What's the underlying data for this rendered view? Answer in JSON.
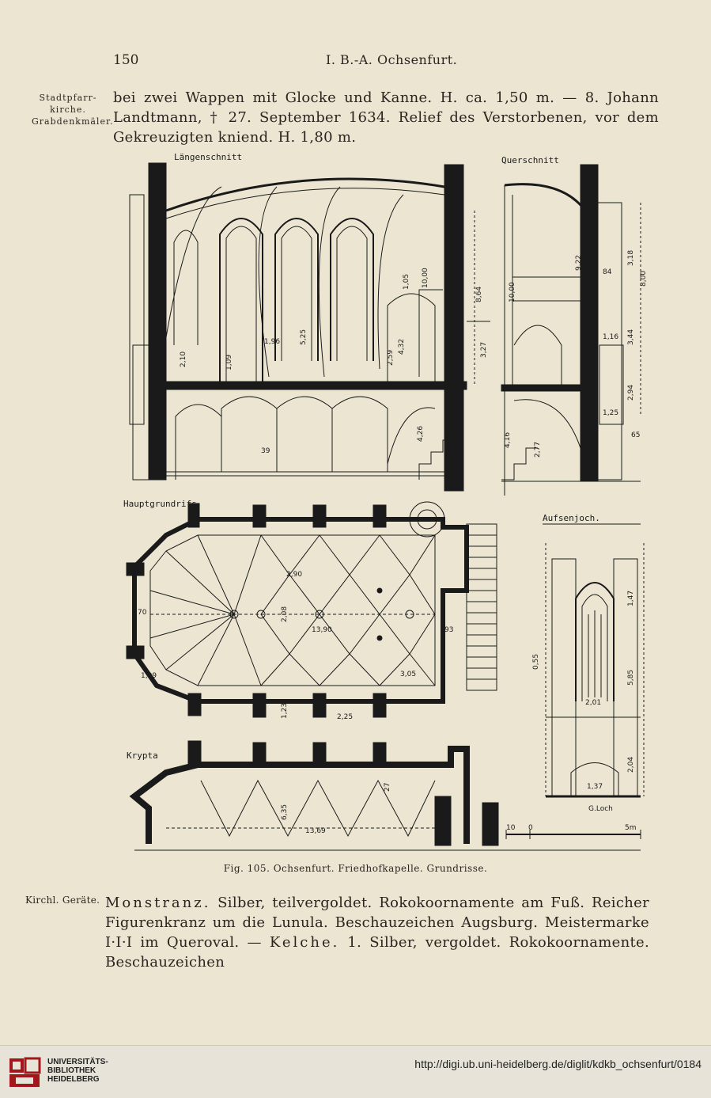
{
  "header": {
    "page_number": "150",
    "running_title": "I. B.-A. Ochsenfurt."
  },
  "margin_top": [
    "Stadtpfarr-",
    "kirche.",
    "Grabdenkmäler."
  ],
  "paragraph_top": "bei zwei Wappen mit Glocke und Kanne. H. ca. 1,50 m. — 8. Johann Landtmann, † 27. September 1634. Relief des Verstorbenen, vor dem Gekreuzigten kniend. H. 1,80 m.",
  "figure": {
    "labels": {
      "laengsschnitt": "Längenschnitt",
      "querschnitt": "Querschnitt",
      "hauptgrundriss": "Hauptgrundrifs",
      "aussenjoch": "Aufsenjoch.",
      "krypta": "Krypta",
      "signature": "G.Loch"
    },
    "dimensions": {
      "d1": "1,96",
      "d2": "5,25",
      "d3": "10,00",
      "d4": "8,64",
      "d5": "1,05",
      "d6": "2,10",
      "d7": "1,09",
      "d8": "2,59",
      "d9": "4,32",
      "d10": "3,27",
      "d11": "4,26",
      "d12": "39",
      "d13": "10,00",
      "d14": "9,22",
      "d15": "84",
      "d16": "3,18",
      "d17": "8,00",
      "d18": "1,16",
      "d19": "3,44",
      "d20": "2,94",
      "d21": "1,25",
      "d22": "4,16",
      "d23": "2,77",
      "d24": "65",
      "d25": "2,90",
      "d26": "13,90",
      "d27": "3,05",
      "d28": "2,25",
      "d29": "1,23",
      "d30": "6,35",
      "d31": "13,69",
      "d32": "70",
      "d33": "1,09",
      "d34": "5,85",
      "d35": "2,01",
      "d36": "1,37",
      "d37": "0,55",
      "d38": "1,47",
      "d39": "2,04",
      "d40": "2,08",
      "d41": "93",
      "d42": "27",
      "scale_start": "10",
      "scale_zero": "0",
      "scale_end": "5m"
    }
  },
  "caption": "Fig. 105. Ochsenfurt. Friedhofkapelle. Grundrisse.",
  "margin_bottom": "Kirchl. Geräte.",
  "paragraph_bottom": {
    "w1": "Monstranz.",
    "t1": " Silber, teilvergoldet. Rokokoornamente am Fuß. Reicher Figurenkranz um die Lunula. Beschauzeichen Augsburg. Meistermarke I·I·I im Queroval. — ",
    "w2": "Kelche.",
    "t2": " 1. Silber, vergoldet. Rokokoornamente. Beschauzeichen"
  },
  "footer": {
    "logo": [
      "UNIVERSITÄTS-",
      "BIBLIOTHEK",
      "HEIDELBERG"
    ],
    "url": "http://digi.ub.uni-heidelberg.de/diglit/kdkb_ochsenfurt/0184"
  }
}
